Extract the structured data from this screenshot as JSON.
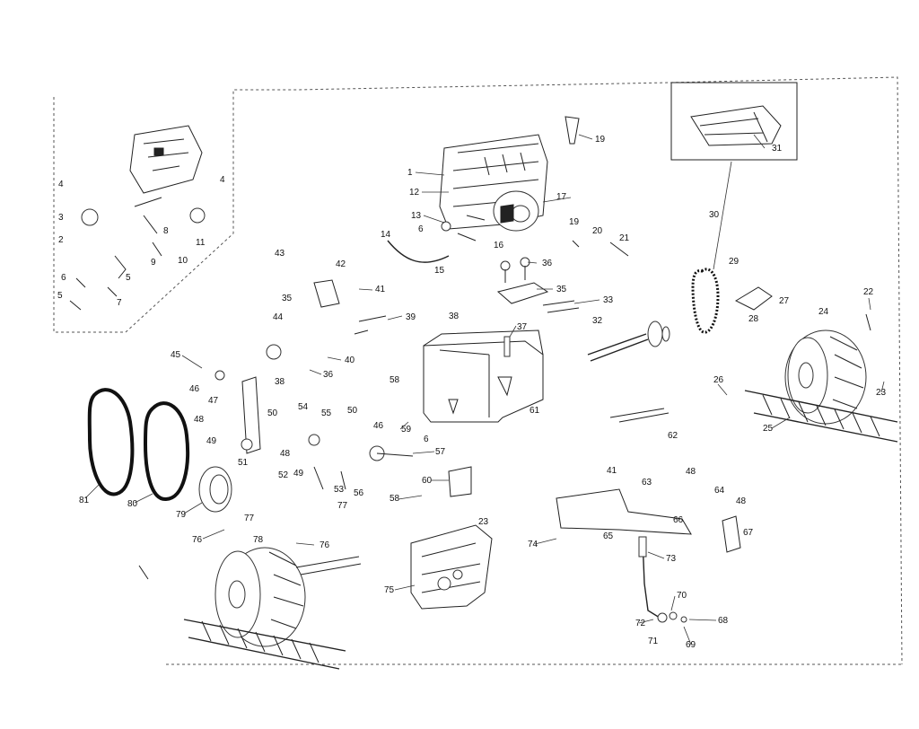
{
  "labels": {
    "n1": "1",
    "n2": "2",
    "n3": "3",
    "n4": "4",
    "n5": "5",
    "n6": "6",
    "n7": "7",
    "n8": "8",
    "n9": "9",
    "n10": "10",
    "n11": "11",
    "n12": "12",
    "n13": "13",
    "n14": "14",
    "n15": "15",
    "n16": "16",
    "n17": "17",
    "n19": "19",
    "n20": "20",
    "n21": "21",
    "n22": "22",
    "n23": "23",
    "n24": "24",
    "n25": "25",
    "n26": "26",
    "n27": "27",
    "n28": "28",
    "n29": "29",
    "n30": "30",
    "n31": "31",
    "n32": "32",
    "n33": "33",
    "n35": "35",
    "n36": "36",
    "n37": "37",
    "n38": "38",
    "n39": "39",
    "n40": "40",
    "n41": "41",
    "n42": "42",
    "n43": "43",
    "n44": "44",
    "n45": "45",
    "n46": "46",
    "n47": "47",
    "n48": "48",
    "n49": "49",
    "n50": "50",
    "n51": "51",
    "n52": "52",
    "n53": "53",
    "n54": "54",
    "n55": "55",
    "n56": "56",
    "n57": "57",
    "n58": "58",
    "n59": "59",
    "n60": "60",
    "n61": "61",
    "n62": "62",
    "n63": "63",
    "n64": "64",
    "n65": "65",
    "n66": "66",
    "n67": "67",
    "n68": "68",
    "n69": "69",
    "n70": "70",
    "n71": "71",
    "n72": "72",
    "n73": "73",
    "n74": "74",
    "n75": "75",
    "n76": "76",
    "n77": "77",
    "n78": "78",
    "n79": "79",
    "n80": "80",
    "n81": "81"
  }
}
